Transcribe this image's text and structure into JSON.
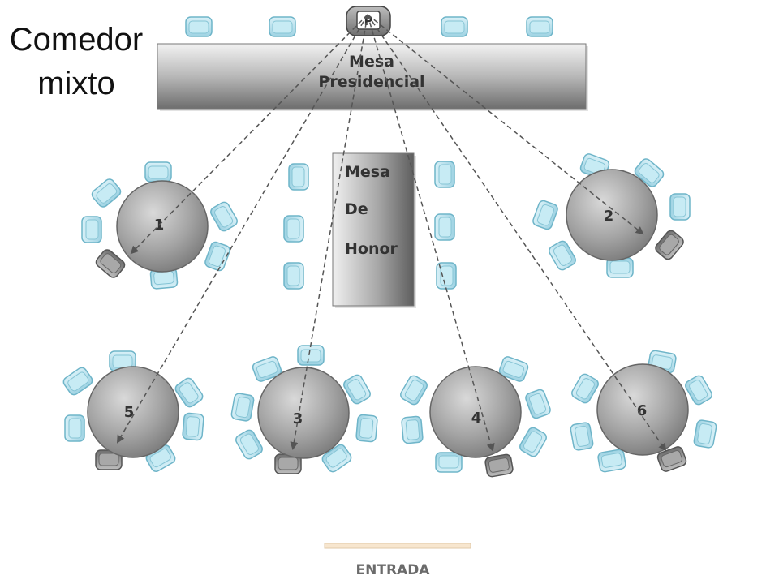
{
  "title": {
    "line1": "Comedor",
    "line2": "mixto"
  },
  "presidential": {
    "line1": "Mesa",
    "line2": "Presidencial",
    "seat_label": "P"
  },
  "honor": {
    "line1": "Mesa",
    "line2": "De",
    "line3": "Honor"
  },
  "tables": [
    {
      "label": "1"
    },
    {
      "label": "2"
    },
    {
      "label": "5"
    },
    {
      "label": "3"
    },
    {
      "label": "4"
    },
    {
      "label": "6"
    }
  ],
  "entrance": "ENTRADA",
  "colors": {
    "chair": "#a9dce9",
    "chair_border": "#6fb5c9",
    "host_chair": "#8a8a8a",
    "table": "#9e9e9e",
    "arrow": "#555555"
  }
}
